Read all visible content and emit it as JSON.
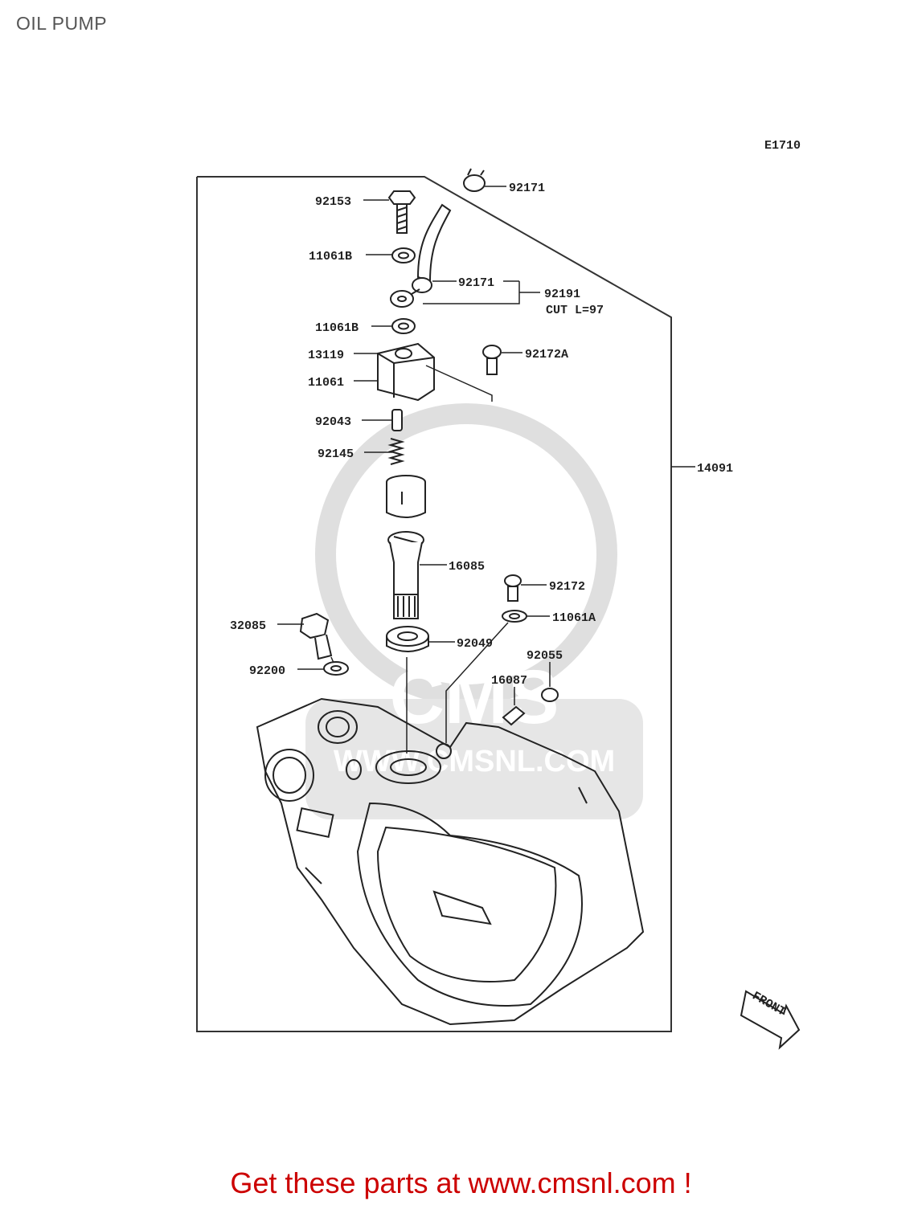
{
  "title": "OIL PUMP",
  "diagram_code": "E1710",
  "callouts": {
    "c92171_top": "92171",
    "c92153": "92153",
    "c11061B_1": "11061B",
    "c92171_mid": "92171",
    "c92191": "92191",
    "cut_note": "CUT L=97",
    "c11061B_2": "11061B",
    "c13119": "13119",
    "c92172A": "92172A",
    "c11061": "11061",
    "c92043": "92043",
    "c92145": "92145",
    "c14091": "14091",
    "c16085": "16085",
    "c92172": "92172",
    "c32085": "32085",
    "c11061A": "11061A",
    "c92049": "92049",
    "c92055": "92055",
    "c92200": "92200",
    "c16087": "16087"
  },
  "front_label": "FRONT",
  "watermark": {
    "brand": "CMS",
    "site": "WWW.CMSNL.COM"
  },
  "promo_text": "Get these parts at www.cmsnl.com !",
  "colors": {
    "promo": "#cc0000",
    "line": "#222222",
    "watermark": "#d8d8d8"
  }
}
